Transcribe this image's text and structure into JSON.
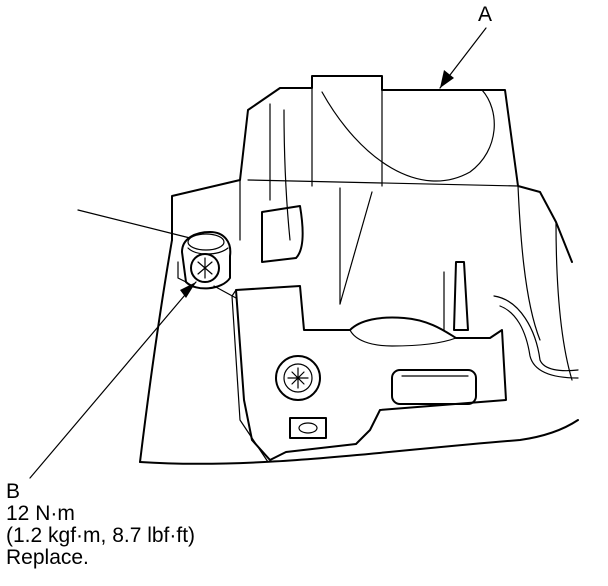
{
  "labels": {
    "a": "A",
    "b": "B"
  },
  "spec": {
    "torque": "12 N·m",
    "units": "(1.2 kgf·m, 8.7 lbf·ft)",
    "note": "Replace."
  },
  "colors": {
    "line": "#000000",
    "background": "#ffffff"
  }
}
